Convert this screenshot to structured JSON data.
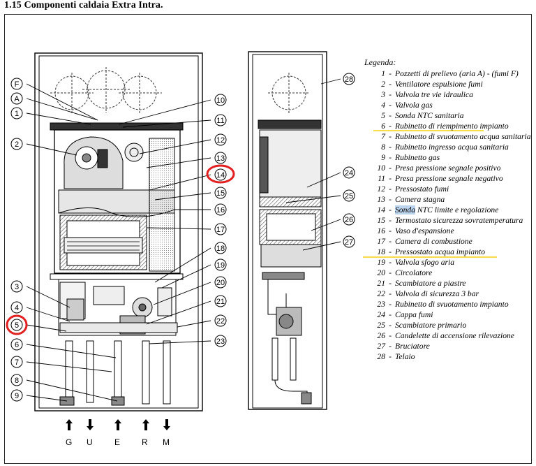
{
  "title": "1.15  Componenti caldaia Extra Intra.",
  "legend_title": "Legenda:",
  "legend": [
    {
      "num": "1",
      "text": "Pozzetti di prelievo (aria A) - (fumi F)"
    },
    {
      "num": "2",
      "text": "Ventilatore espulsione fumi"
    },
    {
      "num": "3",
      "text": "Valvola tre vie idraulica"
    },
    {
      "num": "4",
      "text": "Valvola gas"
    },
    {
      "num": "5",
      "text": "Sonda NTC sanitaria"
    },
    {
      "num": "6",
      "text": "Rubinetto di riempimento impianto"
    },
    {
      "num": "7",
      "text": "Rubinetto di svuotamento acqua sanitaria"
    },
    {
      "num": "8",
      "text": "Rubinetto ingresso acqua sanitaria"
    },
    {
      "num": "9",
      "text": "Rubinetto gas"
    },
    {
      "num": "10",
      "text": "Presa pressione segnale positivo"
    },
    {
      "num": "11",
      "text": "Presa pressione segnale negativo"
    },
    {
      "num": "12",
      "text": "Pressostato fumi"
    },
    {
      "num": "13",
      "text": "Camera stagna"
    },
    {
      "num": "14",
      "text_pre": "Sonda",
      "text_post": " NTC limite e regolazione"
    },
    {
      "num": "15",
      "text": "Termostato sicurezza sovratemperatura"
    },
    {
      "num": "16",
      "text": "Vaso d'espansione"
    },
    {
      "num": "17",
      "text": "Camera di combustione"
    },
    {
      "num": "18",
      "text": "Pressostato acqua impianto"
    },
    {
      "num": "19",
      "text": "Valvola sfogo aria"
    },
    {
      "num": "20",
      "text": "Circolatore"
    },
    {
      "num": "21",
      "text": "Scambiatore a piastre"
    },
    {
      "num": "22",
      "text": "Valvola di sicurezza 3 bar"
    },
    {
      "num": "23",
      "text": "Rubinetto di svuotamento impianto"
    },
    {
      "num": "24",
      "text": "Cappa fumi"
    },
    {
      "num": "25",
      "text": "Scambiatore primario"
    },
    {
      "num": "26",
      "text": "Candelette di accensione rilevazione"
    },
    {
      "num": "27",
      "text": "Bruciatore"
    },
    {
      "num": "28",
      "text": "Telaio"
    }
  ],
  "left_callouts": [
    "F",
    "A",
    "1",
    "2",
    "3",
    "4",
    "5",
    "6",
    "7",
    "8",
    "9"
  ],
  "right_callouts": [
    "10",
    "11",
    "12",
    "13",
    "14",
    "15",
    "16",
    "17",
    "18",
    "19",
    "20",
    "21",
    "22",
    "23"
  ],
  "side_callouts": [
    "28",
    "24",
    "25",
    "26",
    "27"
  ],
  "connections": [
    "G",
    "U",
    "E",
    "R",
    "M"
  ],
  "annotation_colors": {
    "circle": "#e02020",
    "underline": "#f2d20a",
    "highlight": "#bcd4ee"
  }
}
